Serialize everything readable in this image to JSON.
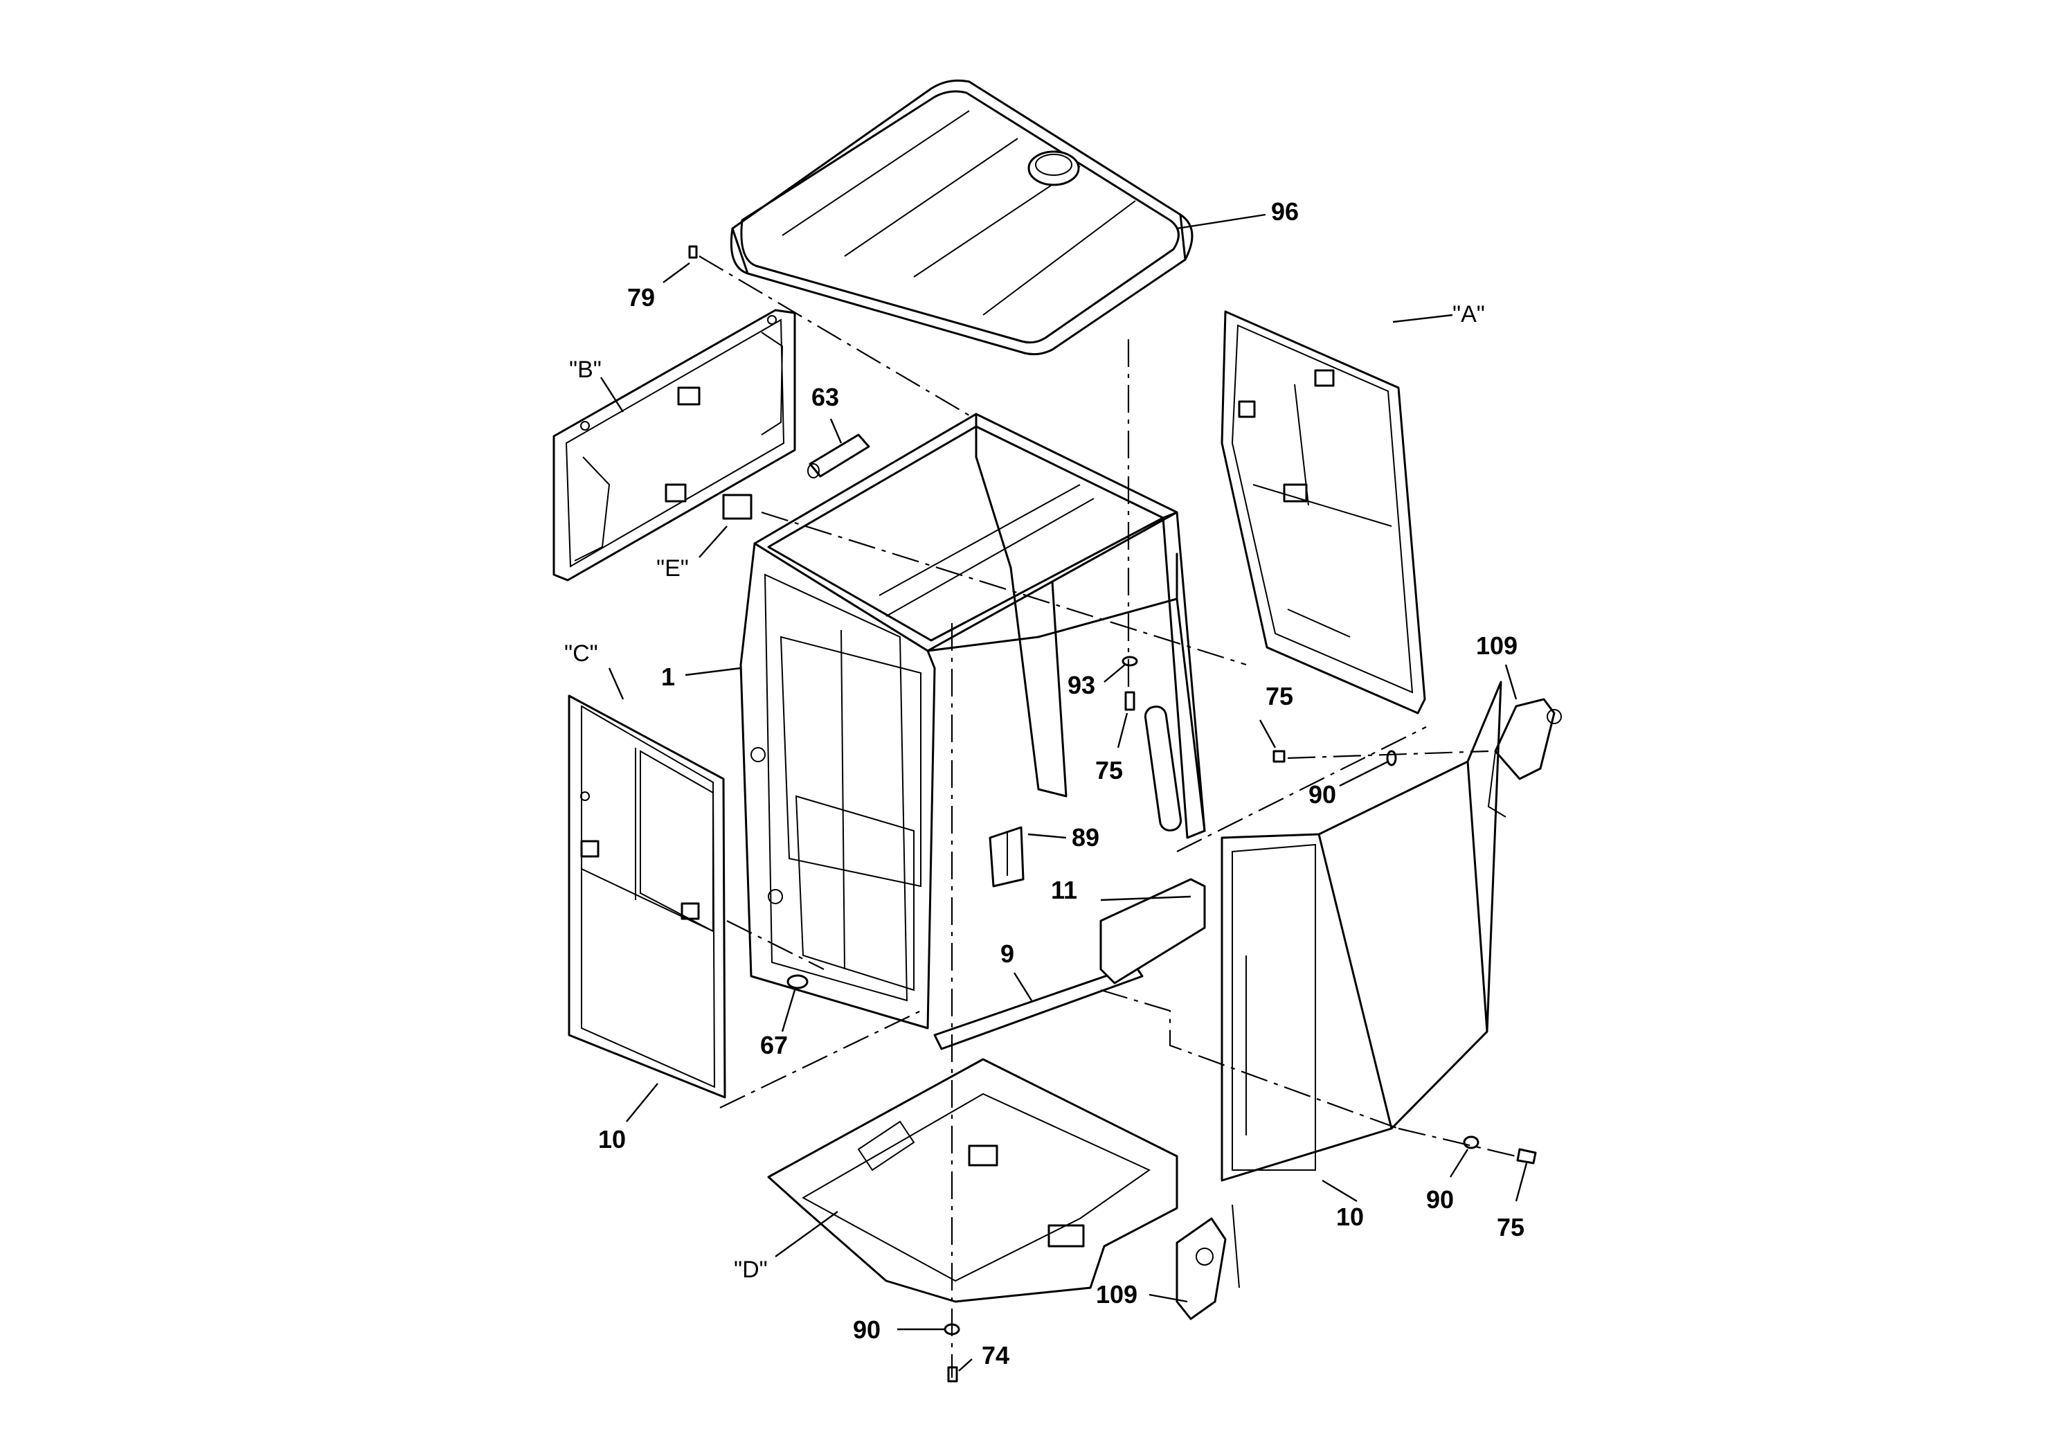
{
  "labels": {
    "roof": "96",
    "screw_top": "79",
    "view_b": "\"B\"",
    "view_a": "\"A\"",
    "view_e": "\"E\"",
    "view_c": "\"C\"",
    "view_d": "\"D\"",
    "handle_63": "63",
    "frame": "1",
    "washer_93": "93",
    "bolt_75_center": "75",
    "bolt_75_right": "75",
    "washer_90_right": "90",
    "mirror_109_top": "109",
    "bracket_89": "89",
    "trim_11": "11",
    "trim_9": "9",
    "plug_67": "67",
    "panel_10_left": "10",
    "panel_10_right": "10",
    "washer_90_bottom_right": "90",
    "bolt_75_bottom_right": "75",
    "mirror_109_bottom": "109",
    "washer_90_bottom": "90",
    "bolt_74": "74"
  }
}
